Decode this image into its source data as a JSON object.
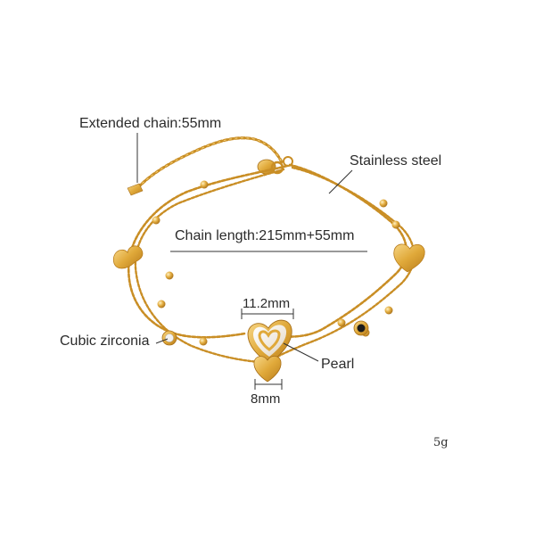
{
  "labels": {
    "extended_chain": "Extended chain:55mm",
    "material": "Stainless steel",
    "chain_length": "Chain length:215mm+55mm",
    "stone": "Cubic zirconia",
    "pearl": "Pearl",
    "heart_width_large": "11.2mm",
    "heart_width_small": "8mm",
    "weight": "5g"
  },
  "colors": {
    "gold": "#e0a93a",
    "gold_dark": "#b97d1c",
    "gold_light": "#f6d27a",
    "pearl": "#f4efe6",
    "line": "#333333"
  }
}
